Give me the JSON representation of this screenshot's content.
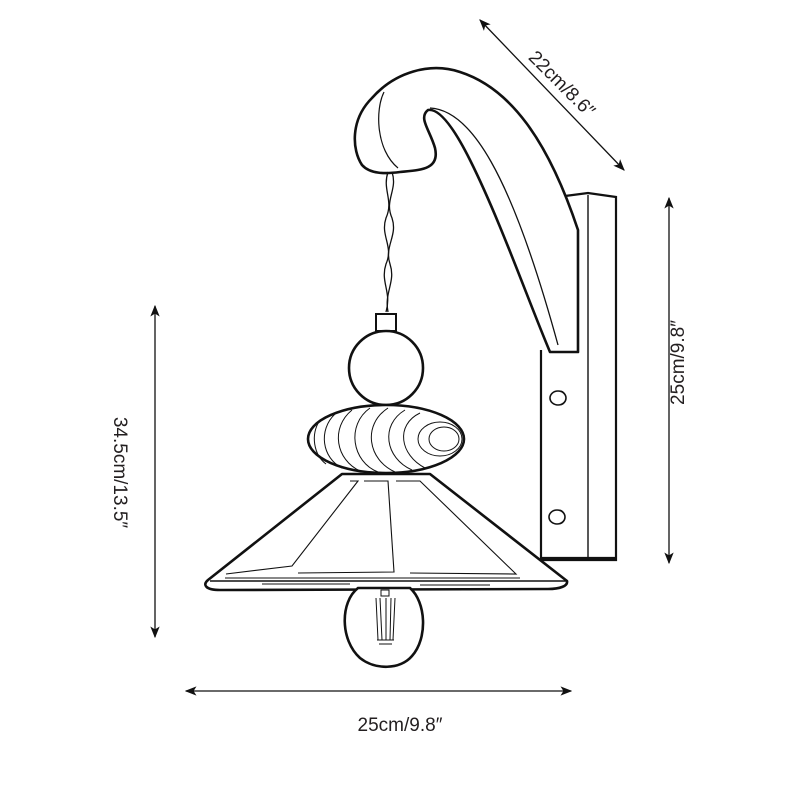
{
  "title": "Wall lamp dimension diagram",
  "colors": {
    "background": "#ffffff",
    "line": "#111111",
    "text": "#231f20"
  },
  "dimensions": {
    "arm_length": {
      "label": "22cm/8.6″",
      "orientation": "diagonal"
    },
    "backplate_height": {
      "label": "25cm/9.8″",
      "orientation": "vertical"
    },
    "total_height": {
      "label": "34.5cm/13.5″",
      "orientation": "vertical"
    },
    "shade_width": {
      "label": "25cm/9.8″",
      "orientation": "horizontal"
    }
  },
  "components": [
    "wall-backplate",
    "curved-wooden-arm",
    "twisted-cord",
    "cord-cap",
    "wooden-ball",
    "wooden-disc",
    "conical-shade",
    "filament-bulb"
  ]
}
